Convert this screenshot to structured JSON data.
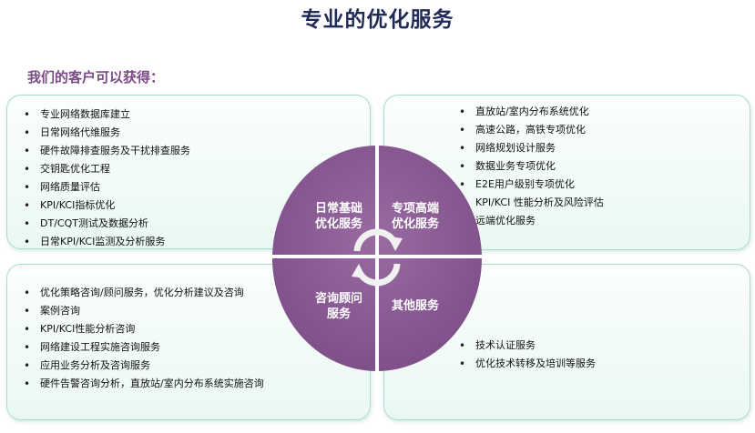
{
  "title": "专业的优化服务",
  "subtitle": "我们的客户可以获得：",
  "colors": {
    "circle": "#8a5b93",
    "panel_border": "#a9dccd",
    "title": "#1f2a57",
    "subtitle": "#7a4a86"
  },
  "quadrants": {
    "top_left": {
      "label_lines": [
        "日常基础",
        "优化服务"
      ],
      "items": [
        "专业网络数据库建立",
        "日常网络代维服务",
        "硬件故障排查服务及干扰排查服务",
        "交钥匙优化工程",
        "网络质量评估",
        "KPI/KCI指标优化",
        "DT/CQT测试及数据分析",
        "日常KPI/KCI监测及分析服务"
      ]
    },
    "top_right": {
      "label_lines": [
        "专项高端",
        "优化服务"
      ],
      "items": [
        "直放站/室内分布系统优化",
        "高速公路，高铁专项优化",
        "网络规划设计服务",
        "数据业务专项优化",
        "E2E用户级别专项优化",
        "KPI/KCI 性能分析及风险评估",
        "远端优化服务"
      ]
    },
    "bottom_left": {
      "label_lines": [
        "咨询顾问",
        "服务"
      ],
      "items": [
        "优化策略咨询/顾问服务，优化分析建议及咨询",
        "案例咨询",
        "KPI/KCI性能分析咨询",
        "网络建设工程实施咨询服务",
        "应用业务分析及咨询服务",
        "硬件告警咨询分析，直放站/室内分布系统实施咨询"
      ]
    },
    "bottom_right": {
      "label_lines": [
        "其他服务"
      ],
      "items": [
        "技术认证服务",
        "优化技术转移及培训等服务"
      ]
    }
  },
  "icons": {
    "center": "cycle-arrows-icon"
  }
}
